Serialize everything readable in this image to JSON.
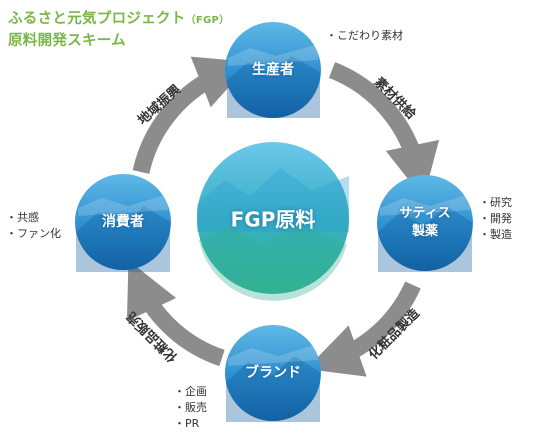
{
  "title": {
    "line1_main": "ふるさと元気プロジェクト",
    "line1_sub": "（FGP）",
    "line2": "原料開発スキーム"
  },
  "center": {
    "label": "FGP原料"
  },
  "nodes": {
    "producer": {
      "label": "生産者",
      "notes": [
        "・こだわり素材"
      ]
    },
    "satiis": {
      "label_line1": "サティス",
      "label_line2": "製薬",
      "notes": [
        "・研究",
        "・開発",
        "・製造"
      ]
    },
    "consumer": {
      "label": "消費者",
      "notes": [
        "・共感",
        "・ファン化"
      ]
    },
    "brand": {
      "label": "ブランド",
      "notes": [
        "・企画",
        "・販売",
        "・PR"
      ]
    }
  },
  "flows": {
    "top_left": "地域振興",
    "top_right": "素材供給",
    "bottom_right": "化粧品製造",
    "bottom_left": "化粧品販売"
  },
  "colors": {
    "title_green": "#7ab648",
    "ring_gray": "#8c8c8c",
    "node_blue_dark": "#1b74b8",
    "node_blue_light": "#9dd3ee",
    "center_teal": "#3bb39b",
    "center_blue": "#56b6e3"
  }
}
